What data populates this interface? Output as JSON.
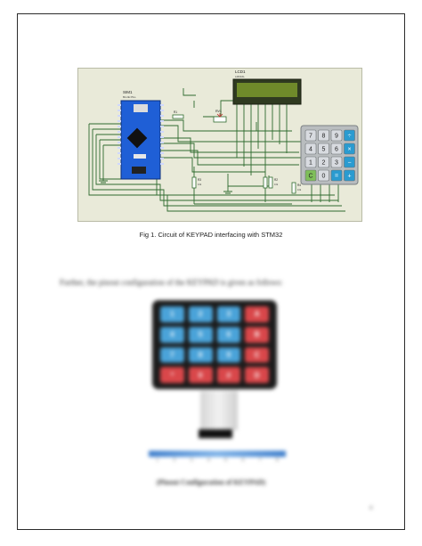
{
  "figure": {
    "caption": "Fig 1. Circuit of KEYPAD interfacing with STM32",
    "labels": {
      "board_ref": "SIM1",
      "board_model": "BLUE PILL",
      "lcd_ref": "LCD1",
      "lcd_model": "LM016L",
      "pot_ref": "RV1",
      "r1": "R1",
      "r2": "R2",
      "r3": "R3",
      "r4": "R4",
      "r_value": "10k"
    },
    "keypad_keys": [
      "7",
      "8",
      "9",
      "÷",
      "4",
      "5",
      "6",
      "×",
      "1",
      "2",
      "3",
      "−",
      "C",
      "0",
      "=",
      "+"
    ],
    "colors": {
      "board": "#1f5fd6",
      "wire": "#2e6b2e",
      "lcd_screen": "#6f8a2a",
      "keypad_body": "#b9bdbf",
      "key_face": "#d8dbe0",
      "key_op": "#2a9bd0"
    }
  },
  "blurred_section": {
    "intro": "Further, the pinout configuration of the KEYPAD is given as follows:",
    "keys": [
      "1",
      "2",
      "3",
      "A",
      "4",
      "5",
      "6",
      "B",
      "7",
      "8",
      "9",
      "C",
      "*",
      "0",
      "#",
      "D"
    ],
    "pins": [
      "1",
      "2",
      "3",
      "4",
      "5",
      "6",
      "7",
      "8"
    ],
    "caption": "(Pinout Configuration of KEYPAD)",
    "page_number": "4"
  }
}
